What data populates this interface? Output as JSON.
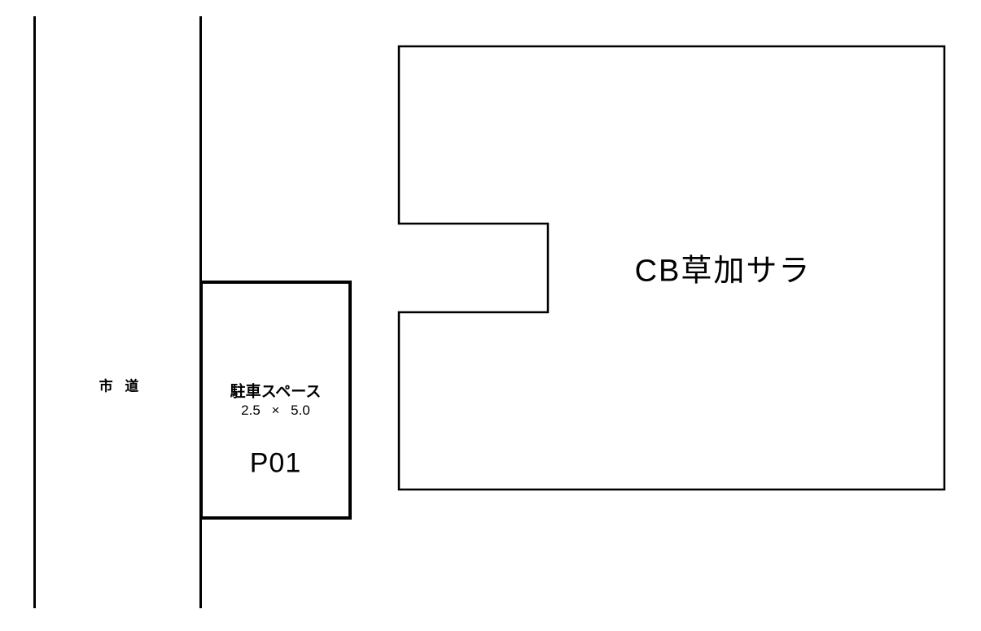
{
  "plan": {
    "road_label": "市 道",
    "building_label": "CB草加サラ",
    "parking": {
      "title": "駐車スペース",
      "dimensions": "2.5 × 5.0",
      "space_id": "P01"
    },
    "colors": {
      "line": "#000000",
      "background": "#ffffff"
    }
  }
}
